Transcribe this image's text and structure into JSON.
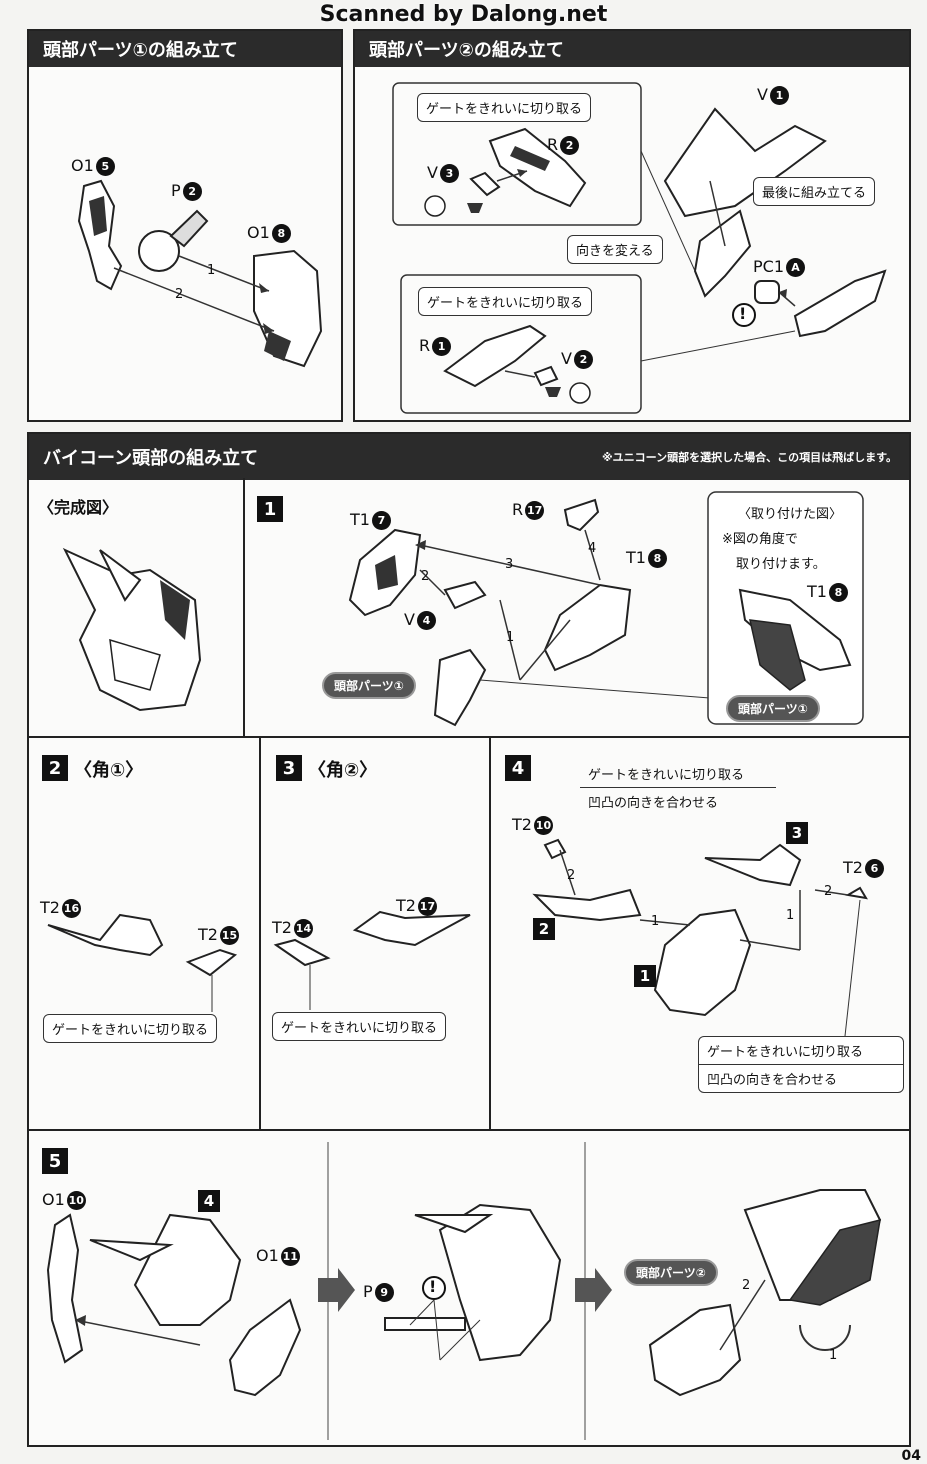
{
  "watermark": "Scanned by Dalong.net",
  "page_number": "04",
  "head1": {
    "title": "頭部パーツ①の組み立て",
    "parts": [
      {
        "label": "O1",
        "num": "5"
      },
      {
        "label": "P",
        "num": "2"
      },
      {
        "label": "O1",
        "num": "8"
      }
    ],
    "steps": [
      "1",
      "2"
    ]
  },
  "head2": {
    "title": "頭部パーツ②の組み立て",
    "gate_text": "ゲートをきれいに切り取る",
    "gate_text2": "ゲートをきれいに切り取る",
    "orient_text": "向きを変える",
    "last_text": "最後に組み立てる",
    "parts": [
      {
        "label": "V",
        "num": "3"
      },
      {
        "label": "R",
        "num": "2"
      },
      {
        "label": "V",
        "num": "1"
      },
      {
        "label": "PC1",
        "num": "A"
      },
      {
        "label": "R",
        "num": "1"
      },
      {
        "label": "V",
        "num": "2"
      }
    ],
    "caution": "!"
  },
  "bicorn": {
    "title": "バイコーン頭部の組み立て",
    "note": "※ユニコーン頭部を選択した場合、この項目は飛ばします。",
    "complete": "〈完成図〉",
    "step1": {
      "num": "1",
      "parts": [
        {
          "label": "T1",
          "num": "7"
        },
        {
          "label": "R",
          "num": "17"
        },
        {
          "label": "T1",
          "num": "8"
        },
        {
          "label": "V",
          "num": "4"
        }
      ],
      "order": [
        "1",
        "2",
        "3",
        "4"
      ],
      "head_part_pill": "頭部パーツ①",
      "attached_title": "〈取り付けた図〉",
      "attached_note1": "※図の角度で",
      "attached_note2": "取り付けます。",
      "attached_part": {
        "label": "T1",
        "num": "8"
      },
      "attached_pill": "頭部パーツ①"
    },
    "step2": {
      "num": "2",
      "title": "〈角①〉",
      "parts": [
        {
          "label": "T2",
          "num": "16"
        },
        {
          "label": "T2",
          "num": "15"
        }
      ],
      "gate": "ゲートをきれいに切り取る"
    },
    "step3": {
      "num": "3",
      "title": "〈角②〉",
      "parts": [
        {
          "label": "T2",
          "num": "14"
        },
        {
          "label": "T2",
          "num": "17"
        }
      ],
      "gate": "ゲートをきれいに切り取る"
    },
    "step4": {
      "num": "4",
      "callout_top": [
        "ゲートをきれいに切り取る",
        "凹凸の向きを合わせる"
      ],
      "callout_bottom": [
        "ゲートをきれいに切り取る",
        "凹凸の向きを合わせる"
      ],
      "parts": [
        {
          "label": "T2",
          "num": "10"
        },
        {
          "label": "T2",
          "num": "6"
        }
      ],
      "refs": [
        "3",
        "2",
        "1"
      ],
      "order": [
        "2",
        "1",
        "2",
        "1"
      ]
    },
    "step5": {
      "num": "5",
      "parts": [
        {
          "label": "O1",
          "num": "10"
        },
        {
          "label": "O1",
          "num": "11"
        },
        {
          "label": "P",
          "num": "9"
        }
      ],
      "ref": "4",
      "head_part_pill": "頭部パーツ②",
      "order": [
        "2",
        "1"
      ],
      "caution": "!"
    }
  }
}
